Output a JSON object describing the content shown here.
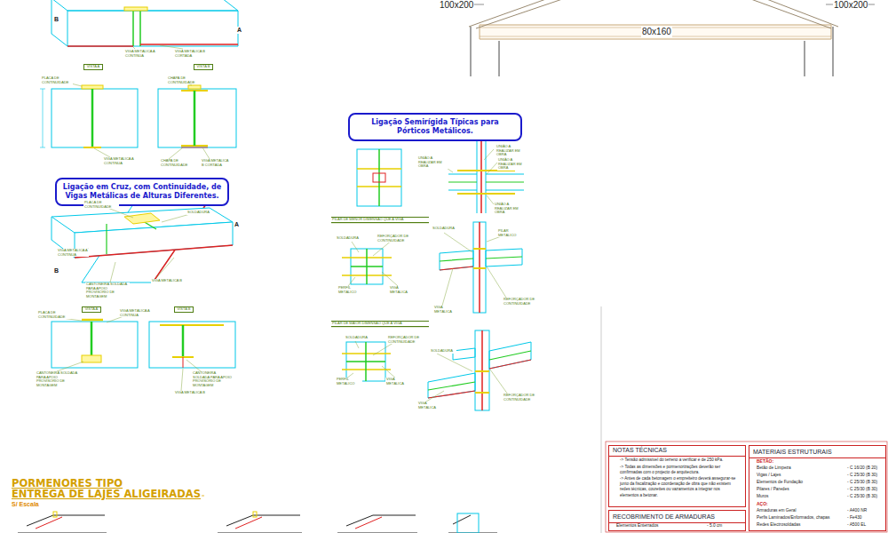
{
  "diagram": {
    "nodes": [
      {
        "text": [
          "Ligação em Cruz, com Continuidade, de Vigas Metálicas de Alturas Diferentes."
        ]
      },
      {
        "text": [
          "Ligação Semirígida Típicas para Pórticos Metálicos."
        ]
      },
      {
        "text": [
          "NOTAS TÉCNICAS",
          "-> Tensão admissível do terreno a verificar é de 250 kPa.",
          "-> Todas as dimensões e pormenorizações deverão ser confirmadas com o projecto de arquitectura.",
          "-> Antes de cada betonagem o empreiteiro deverá assegurar-se junto da fiscalização e coordenação de obra que não existem redes técnicas, courettes ou vazamentos a integrar nos elementos a betonar."
        ]
      },
      {
        "text": [
          "MATERIAIS ESTRUTURAIS",
          "BETÃO:",
          "Betão de Limpeza",
          "- C 16/20 (B 20)",
          "Vigas / Lajes",
          "- C 25/30 (B 30)",
          "Elementos de Fundação",
          "- C 25/30 (B 30)",
          "Pilares / Paredes",
          "- C 25/30 (B 30)",
          "Muros",
          "- C 25/30 (B 30)",
          "AÇO:",
          "Armaduras em Geral",
          "- A400 NR",
          "Perfis Laminados/Enformados, chapas",
          "- Fe430",
          "Redes Electrosoldadas",
          "- A500 EL"
        ]
      },
      {
        "text": [
          "RECOBRIMENTO DE ARMADURAS",
          "Elementos Enterrados",
          "- 5.0 cm"
        ]
      }
    ],
    "labels": [
      "B",
      "A",
      "VIGA METÁLICA A CONTÍNUA",
      "VIGA METÁLICA B CORTADA",
      "VISTA A",
      "VISTA B",
      "PLACA DE CONTINUIDADE",
      "CHAPA DE CONTINUIDADE",
      "VIGA METÁLICA A CONTÍNUA",
      "CHAPA DE CONTINUIDADE",
      "VIGA METÁLICA B CORTADA",
      "PLACA DE CONTINUIDADE",
      "SOLDADURA",
      "A",
      "VIGA METÁLICA A CONTÍNUA",
      "B",
      "CANTONEIRA SOLDADA PARA APOIO PROVISÓRIO DE MONTAGEM",
      "VIGA METÁLICA B",
      "VISTA A",
      "VISTA B",
      "PLACA DE CONTINUIDADE",
      "VIGA METÁLICA A CONTÍNUA",
      "CANTONEIRA SOLDADA PARA APOIO PROVISÓRIO DE MONTAGEM",
      "CANTONEIRA SOLDADA PARA APOIO PROVISÓRIO DE MONTAGEM",
      "VIGA METÁLICA B",
      "UNIÃO A REALIZAR EM OBRA",
      "UNIÃO A REALIZAR EM OBRA",
      "UNIÃO A REALIZAR EM OBRA",
      "UNIÃO A REALIZAR EM OBRA",
      "PILAR DE MENOR DIMENSÃO QUE A VIGA",
      "SOLDADURA",
      "REFORÇADOR DE CONTINUIDADE",
      "SOLDADURA",
      "PILAR METÁLICO",
      "PERFIL METÁLICO",
      "VIGA METÁLICA",
      "VIGA METÁLICA",
      "REFORÇADOR DE CONTINUIDADE",
      "PILAR DE MAIOR DIMENSÃO QUE A VIGA",
      "SOLDADURA",
      "REFORÇADOR DE CONTINUIDADE",
      "SOLDADURA",
      "PERFIL METÁLICO",
      "VIGA METÁLICA",
      "VIGA METÁLICA",
      "REFORÇADOR DE CONTINUIDADE",
      "100x200",
      "100x200",
      "80x160",
      "PORMENORES TIPO",
      "ENTREGA DE LAJES ALIGEIRADAS",
      "S/ Escala"
    ]
  }
}
